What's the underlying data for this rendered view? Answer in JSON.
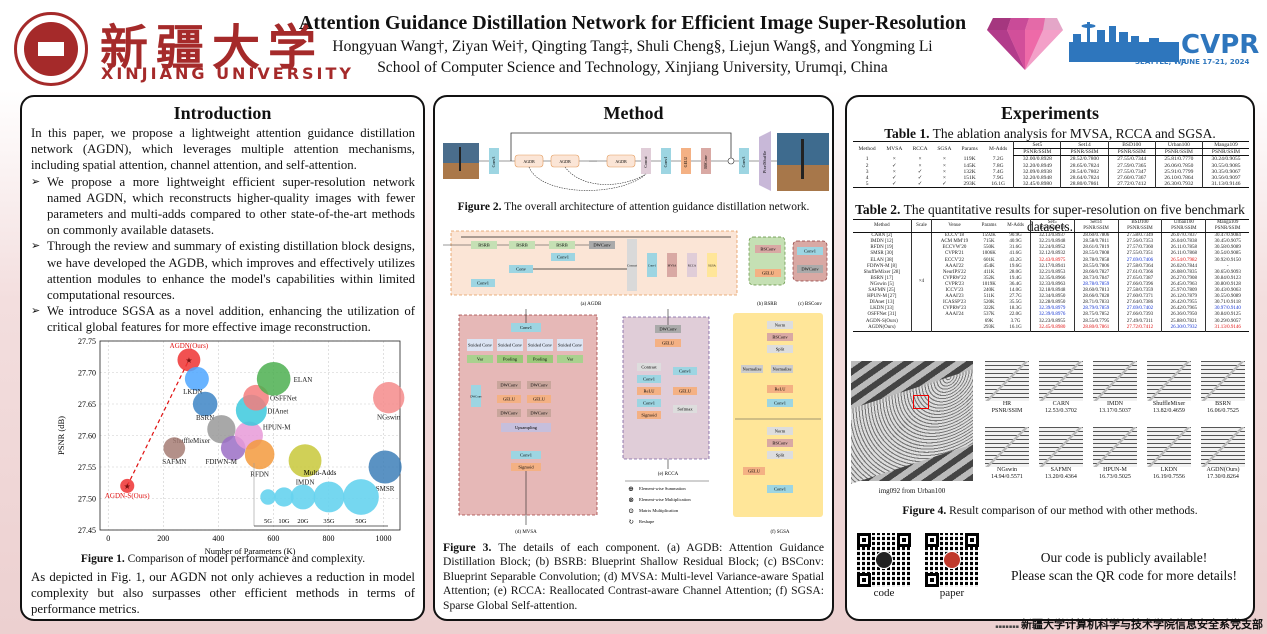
{
  "header": {
    "university_cn": "新疆大学",
    "university_en": "XINJIANG UNIVERSITY",
    "title": "Attention Guidance Distillation Network for Efficient Image Super-Resolution",
    "authors": "Hongyuan Wang†, Ziyan Wei†, Qingting Tang‡, Shuli Cheng§, Liejun Wang§, and Yongming Li",
    "affiliation": "School of Computer Science and Technology, Xinjiang University, Urumqi, China",
    "conference": "CVPR",
    "conference_location": "SEATTLE, WA",
    "conference_dates": "JUNE 17-21, 2024",
    "colors": {
      "university_red": "#a52a2a",
      "cvpr_blue": "#2e76bd"
    }
  },
  "intro": {
    "heading": "Introduction",
    "paragraph": "In this paper, we propose a lightweight attention guidance distillation network (AGDN), which leverages multiple attention mechanisms, including spatial attention, channel attention, and self-attention.",
    "bullet_marker": "➢",
    "bullets": [
      "We propose a more lightweight efficient super-resolution network named AGDN, which reconstructs higher-quality images with fewer parameters and multi-adds compared to other state-of-the-art methods on commonly available datasets.",
      "Through the review and summary of existing distillation block designs, we have developed the AGDB, which improves and effectively utilizes attention modules to enhance the model's capabilities within limited computational resources.",
      "We introduce SGSA as a novel addition, enhancing the utilization of critical global features for more effective image reconstruction."
    ],
    "figure_label": "Figure 1.",
    "figure_caption": "Comparison of model performance and complexity.",
    "closing": "As depicted in Fig. 1, our AGDN not only achieves a reduction in model complexity but also surpasses other efficient methods in terms of performance metrics."
  },
  "chart_data": {
    "type": "scatter",
    "title": "",
    "xlabel": "Number of Parameters (K)",
    "ylabel": "PSNR (dB)",
    "xlim": [
      -30,
      1060
    ],
    "ylim": [
      27.45,
      27.75
    ],
    "xticks": [
      0,
      200,
      400,
      600,
      800,
      1000
    ],
    "yticks": [
      27.45,
      27.5,
      27.55,
      27.6,
      27.65,
      27.7,
      27.75
    ],
    "ytick_labels": [
      "27.45",
      "27.50",
      "27.55",
      "27.60",
      "27.65",
      "27.70",
      "27.75"
    ],
    "grid": true,
    "points": [
      {
        "name": "AGDN(Ours)",
        "x": 293,
        "y": 27.72,
        "multi_adds_g": 16.1,
        "color": "#ee3333",
        "label_color": "#e01010",
        "star": true
      },
      {
        "name": "AGDN-S(Ours)",
        "x": 69,
        "y": 27.52,
        "multi_adds_g": 3.7,
        "color": "#ee3333",
        "label_color": "#e01010",
        "star": true
      },
      {
        "name": "LKDN",
        "x": 322,
        "y": 27.69,
        "multi_adds_g": 18.3,
        "color": "#4da6ff"
      },
      {
        "name": "BSRN",
        "x": 352,
        "y": 27.65,
        "multi_adds_g": 19.4,
        "color": "#3d85c6"
      },
      {
        "name": "ShuffleMixer",
        "x": 411,
        "y": 27.61,
        "multi_adds_g": 28.0,
        "color": "#999999"
      },
      {
        "name": "SAFMN",
        "x": 240,
        "y": 27.58,
        "multi_adds_g": 14.0,
        "color": "#a67c74"
      },
      {
        "name": "FDIWN-M",
        "x": 454,
        "y": 27.58,
        "multi_adds_g": 19.6,
        "color": "#9b6fc6"
      },
      {
        "name": "HPUN-M",
        "x": 511,
        "y": 27.6,
        "multi_adds_g": 27.7,
        "color": "#e89ad8"
      },
      {
        "name": "DIAnet",
        "x": 520,
        "y": 27.64,
        "multi_adds_g": 35.5,
        "color": "#3cc9dd"
      },
      {
        "name": "OSFFNet",
        "x": 537,
        "y": 27.66,
        "multi_adds_g": 22.0,
        "color": "#f47c7c"
      },
      {
        "name": "ELAN",
        "x": 601,
        "y": 27.69,
        "multi_adds_g": 43.2,
        "color": "#4caf50"
      },
      {
        "name": "RFDN",
        "x": 550,
        "y": 27.57,
        "multi_adds_g": 31.6,
        "color": "#f39a3d"
      },
      {
        "name": "IMDN",
        "x": 715,
        "y": 27.56,
        "multi_adds_g": 40.9,
        "color": "#c8c83a"
      },
      {
        "name": "NGswin",
        "x": 1019,
        "y": 27.66,
        "multi_adds_g": 36.4,
        "color": "#f48b8b"
      },
      {
        "name": "SMSR",
        "x": 1006,
        "y": 27.55,
        "multi_adds_g": 41.6,
        "color": "#3d7fb8"
      }
    ],
    "size_legend": {
      "title": "Multi-Adds",
      "entries": [
        {
          "label": "5G",
          "value": 5
        },
        {
          "label": "10G",
          "value": 10
        },
        {
          "label": "20G",
          "value": 20
        },
        {
          "label": "35G",
          "value": 35
        },
        {
          "label": "50G",
          "value": 50
        }
      ],
      "color": "#66d3ee",
      "placement": "bottom-right"
    },
    "annotation": "dashed red line connecting AGDN-S(Ours) to AGDN(Ours)"
  },
  "method": {
    "heading": "Method",
    "fig2_label": "Figure 2.",
    "fig2_caption": "The overall architecture of attention guidance distillation network.",
    "arch_blocks": [
      "Conv3",
      "AGDB",
      "AGDB",
      "AGDB",
      "Concat",
      "Conv1",
      "GELU",
      "BSConv",
      "Conv3",
      "PixelShuffle"
    ],
    "agdb_blocks": [
      "BSRB",
      "BSRB",
      "BSRB",
      "DWConv",
      "Conv1",
      "Conv",
      "Conv1",
      "Concat",
      "Conv1",
      "MVSA",
      "RCCA",
      "SGSA"
    ],
    "sub_labels": [
      "(a) AGDB",
      "(b) BSRB",
      "(c) BSConv",
      "(d) MVSA",
      "(e) RCCA",
      "(f) SGSA"
    ],
    "bsrb_blocks": [
      "BSConv",
      "GELU"
    ],
    "bsconv_blocks": [
      "Conv1",
      "DWConv"
    ],
    "mvsa_blocks": [
      "Conv1",
      "Strided Conv",
      "Strided Conv",
      "Strided Conv",
      "Strided Conv",
      "Var",
      "Pooling",
      "Pooling",
      "Var",
      "DWConv",
      "GELU",
      "DWConv",
      "Upsampling",
      "Conv1",
      "Sigmoid",
      "DWConv"
    ],
    "rcca_blocks": [
      "DWConv",
      "GELU",
      "Contrast",
      "Conv1",
      "ReLU",
      "Conv1",
      "Sigmoid",
      "Conv1",
      "GELU",
      "Softmax"
    ],
    "sgsa_blocks": [
      "Norm",
      "BSConv",
      "Split",
      "Normalize",
      "Normalize",
      "ReLU",
      "Conv1",
      "Norm",
      "BSConv",
      "Split",
      "GELU",
      "Conv1"
    ],
    "legend": [
      "Element-wise Summation",
      "Element-wise Multiplication",
      "Matrix Multiplication",
      "Reshape"
    ],
    "fig3_label": "Figure 3.",
    "fig3_caption": "The details of each component. (a) AGDB: Attention Guidance Distillation Block; (b) BSRB: Blueprint Shallow Residual Block; (c) BSConv: Blueprint Separable Convolution; (d) MVSA: Multi-level Variance-aware Spatial Attention; (e) RCCA: Reallocated Contrast-aware Channel Attention; (f) SGSA: Sparse Global Self-attention.",
    "colors": {
      "conv": "#9dd5e2",
      "gelu": "#f4b184",
      "bsconv": "#d9a9a4",
      "agdb_bg": "#fbe5d6",
      "mvsa_bg": "#e6b8b7",
      "rcca_bg": "#e0cdd8",
      "sgsa_bg": "#ffe699",
      "bsrb": "#c5e0b4"
    }
  },
  "experiments": {
    "heading": "Experiments",
    "table1": {
      "label": "Table 1.",
      "caption": "The ablation analysis for MVSA, RCCA and SGSA.",
      "headers": [
        "Method",
        "MVSA",
        "RCCA",
        "SGSA",
        "Params",
        "M-Adds",
        "Set5",
        "Set14",
        "BSD100",
        "Urban100",
        "Manga109"
      ],
      "subheader": "PSNR/SSIM",
      "rows": [
        [
          "1",
          "×",
          "×",
          "×",
          "119K",
          "7.2G",
          "32.00/0.8928",
          "28.52/0.7800",
          "27.55/0.7344",
          "25.81/0.7770",
          "30.24/0.9055"
        ],
        [
          "2",
          "✓",
          "×",
          "×",
          "145K",
          "7.8G",
          "32.20/0.8949",
          "28.65/0.7824",
          "27.59/0.7365",
          "26.06/0.7850",
          "30.55/0.9085"
        ],
        [
          "3",
          "×",
          "✓",
          "×",
          "132K",
          "7.4G",
          "32.09/0.8938",
          "28.54/0.7802",
          "27.55/0.7347",
          "25.91/0.7799",
          "30.35/0.9067"
        ],
        [
          "4",
          "✓",
          "✓",
          "×",
          "151K",
          "7.9G",
          "32.20/0.8948",
          "28.64/0.7824",
          "27.60/0.7367",
          "26.10/0.7864",
          "30.56/0.9097"
        ],
        [
          "5",
          "✓",
          "✓",
          "✓",
          "293K",
          "16.1G",
          "32.45/0.8980",
          "28.80/0.7861",
          "27.72/0.7412",
          "26.30/0.7932",
          "31.13/0.9146"
        ]
      ]
    },
    "table2": {
      "label": "Table 2.",
      "caption": "The quantitative results for super-resolution on five benchmark datasets.",
      "headers": [
        "Method",
        "Scale",
        "Venue",
        "Params",
        "M-Adds",
        "Set5",
        "Set14",
        "BSD100",
        "Urban100",
        "Manga109"
      ],
      "subheader": "PSNR/SSIM",
      "scale": "×4",
      "rows": [
        [
          "CARN [2]",
          "ECCV'18",
          "1592K",
          "90.9G",
          "32.13/0.8937",
          "28.60/0.7806",
          "27.58/0.7349",
          "26.07/0.7837",
          "30.47/0.9084"
        ],
        [
          "IMDN [12]",
          "ACM MM'19",
          "715K",
          "40.9G",
          "32.21/0.8948",
          "28.58/0.7811",
          "27.56/0.7353",
          "26.04/0.7838",
          "30.45/0.9075"
        ],
        [
          "RFDN [19]",
          "ECCVW'20",
          "550K",
          "31.6G",
          "32.24/0.8952",
          "28.61/0.7819",
          "27.57/0.7360",
          "26.11/0.7858",
          "30.58/0.9089"
        ],
        [
          "SMSR [30]",
          "CVPR'21",
          "1006K",
          "41.6G",
          "32.12/0.8932",
          "28.55/0.7808",
          "27.55/0.7351",
          "26.11/0.7868",
          "30.54/0.9085"
        ],
        [
          "ELAN [38]",
          "ECCV'22",
          "601K",
          "43.2G",
          "32.43/0.8975",
          "28.78/0.7858",
          "27.69/0.7406",
          "26.54/0.7982",
          "30.92/0.9150"
        ],
        [
          "FDIWN-M [8]",
          "AAAI'22",
          "454K",
          "19.6G",
          "32.17/0.8941",
          "28.55/0.7806",
          "27.58/0.7364",
          "26.02/0.7844",
          "-"
        ],
        [
          "ShuffleMixer [28]",
          "NeurIPS'22",
          "411K",
          "28.0G",
          "32.21/0.8953",
          "28.66/0.7827",
          "27.61/0.7366",
          "26.08/0.7835",
          "30.65/0.9093"
        ],
        [
          "BSRN [17]",
          "CVPRW'22",
          "352K",
          "19.4G",
          "32.35/0.8966",
          "28.73/0.7847",
          "27.65/0.7387",
          "26.27/0.7908",
          "30.84/0.9123"
        ],
        [
          "NGswin [5]",
          "CVPR'23",
          "1019K",
          "36.4G",
          "32.33/0.8963",
          "28.78/0.7859",
          "27.66/0.7396",
          "26.45/0.7963",
          "30.80/0.9128"
        ],
        [
          "SAFMN [25]",
          "ICCV'23",
          "240K",
          "14.0G",
          "32.18/0.8948",
          "28.60/0.7813",
          "27.58/0.7359",
          "25.97/0.7809",
          "30.43/0.9063"
        ],
        [
          "HPUN-M [27]",
          "AAAI'23",
          "511K",
          "27.7G",
          "32.34/0.8950",
          "28.66/0.7828",
          "27.60/0.7371",
          "26.12/0.7879",
          "30.55/0.9089"
        ],
        [
          "DIAnet [13]",
          "ICASSP'23",
          "520K",
          "35.5G",
          "32.28/0.8950",
          "28.71/0.7833",
          "27.64/0.7386",
          "26.42/0.7955",
          "30.71/0.9118"
        ],
        [
          "LKDN [33]",
          "CVPRW'23",
          "322K",
          "18.3G",
          "32.39/0.8979",
          "28.79/0.7859",
          "27.69/0.7402",
          "26.42/0.7965",
          "30.97/0.9140"
        ],
        [
          "OSFFNet [31]",
          "AAAI'24",
          "537K",
          "22.0G",
          "32.39/0.8976",
          "28.75/0.7852",
          "27.66/0.7393",
          "26.36/0.7950",
          "30.84/0.9125"
        ],
        [
          "AGDN-S(Ours)",
          "",
          "69K",
          "3.7G",
          "32.23/0.8955",
          "28.55/0.7795",
          "27.49/0.7311",
          "25.88/0.7821",
          "30.29/0.9057"
        ],
        [
          "AGDN(Ours)",
          "",
          "293K",
          "16.1G",
          "32.45/0.8980",
          "28.80/0.7861",
          "27.72/0.7412",
          "26.30/0.7932",
          "31.13/0.9146"
        ]
      ],
      "highlights": {
        "red": [
          [
            4,
            4
          ],
          [
            4,
            7
          ],
          [
            15,
            4
          ],
          [
            15,
            5
          ],
          [
            15,
            6
          ],
          [
            15,
            8
          ]
        ],
        "blue": [
          [
            8,
            5
          ],
          [
            4,
            6
          ],
          [
            12,
            4
          ],
          [
            12,
            5
          ],
          [
            12,
            6
          ],
          [
            12,
            8
          ],
          [
            13,
            4
          ],
          [
            15,
            7
          ]
        ]
      },
      "highlight_colors": {
        "best": "#e01010",
        "second": "#1030d0"
      }
    },
    "figure4": {
      "label": "Figure 4.",
      "caption": "Result comparison of our method with other methods.",
      "source_image_caption": "img092 from Urban100",
      "crops": [
        {
          "name": "HR",
          "value": "PSNR/SSIM"
        },
        {
          "name": "CARN",
          "value": "12.53/0.3702"
        },
        {
          "name": "IMDN",
          "value": "13.17/0.5037"
        },
        {
          "name": "ShuffleMixer",
          "value": "13.82/0.4659"
        },
        {
          "name": "BSRN",
          "value": "16.06/0.7525"
        },
        {
          "name": "NGswin",
          "value": "14.94/0.5571"
        },
        {
          "name": "SAFMN",
          "value": "13.20/0.4364"
        },
        {
          "name": "HPUN-M",
          "value": "16.73/0.5025"
        },
        {
          "name": "LKDN",
          "value": "16.19/0.7556"
        },
        {
          "name": "AGDN(Ours)",
          "value": "17.30/0.8264"
        }
      ]
    },
    "qr": {
      "code_label": "code",
      "paper_label": "paper",
      "message_line1": "Our code is publicly available!",
      "message_line2": "Please scan the QR code for more details!"
    }
  },
  "footer": {
    "org_cn": "新疆大学计算机科学与技术学院信息安全系党支部"
  }
}
